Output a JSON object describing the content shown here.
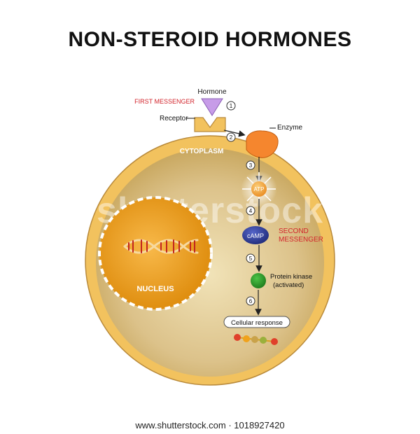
{
  "title": "NON-STEROID HORMONES",
  "labels": {
    "hormone": "Hormone",
    "first_messenger": "FIRST MESSENGER",
    "receptor": "Receptor",
    "enzyme": "Enzyme",
    "cytoplasm": "CYTOPLASM",
    "atp": "ATP",
    "camp": "cAMP",
    "second_messenger_line1": "SECOND",
    "second_messenger_line2": "MESSENGER",
    "protein_kinase_line1": "Protein kinase",
    "protein_kinase_line2": "(activated)",
    "cellular_response": "Cellular response",
    "nucleus": "NUCLEUS"
  },
  "steps": [
    "1",
    "2",
    "3",
    "4",
    "5",
    "6"
  ],
  "watermark": "shutterstock",
  "footer": "www.shutterstock.com · 1018927420",
  "colors": {
    "membrane": "#f2c25e",
    "cytoplasm": "#d8bf84",
    "nucleus": "#f0a21c",
    "hormone": "#c79ce8",
    "enzyme": "#f5862e",
    "atp": "#f3a43a",
    "camp": "#2f3f9a",
    "protein_kinase": "#2f9a2a",
    "accent_red": "#d2252c"
  }
}
